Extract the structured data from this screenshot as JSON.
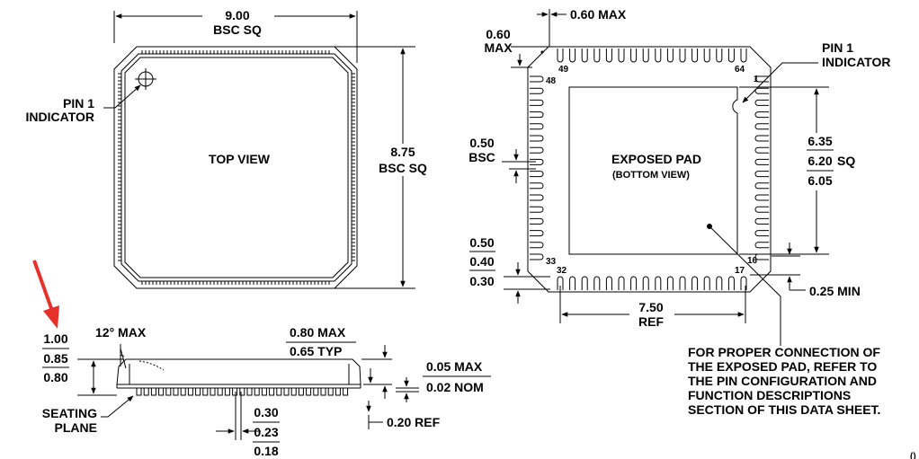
{
  "top_view": {
    "width_value": "9.00",
    "width_unit": "BSC SQ",
    "inner_value": "8.75",
    "inner_unit": "BSC SQ",
    "title": "TOP VIEW",
    "pin1_line1": "PIN 1",
    "pin1_line2": "INDICATOR"
  },
  "bottom_view": {
    "lead_max": "0.60 MAX",
    "corner_val": "0.60",
    "corner_unit": "MAX",
    "pitch_val": "0.50",
    "pitch_unit": "BSC",
    "len_max": "0.50",
    "len_nom": "0.40",
    "len_min": "0.30",
    "pad_max": "6.35",
    "pad_nom": "6.20",
    "pad_unit": "SQ",
    "pad_min": "6.05",
    "pad_title": "EXPOSED PAD",
    "pad_sub": "(BOTTOM VIEW)",
    "pin1_line1": "PIN 1",
    "pin1_line2": "INDICATOR",
    "min_gap": "0.25 MIN",
    "ref_val": "7.50",
    "ref_unit": "REF",
    "pins": {
      "p1": "1",
      "p16": "16",
      "p17": "17",
      "p32": "32",
      "p33": "33",
      "p48": "48",
      "p49": "49",
      "p64": "64"
    }
  },
  "side_view": {
    "h_max": "1.00",
    "h_nom": "0.85",
    "h_min": "0.80",
    "angle": "12° MAX",
    "mold_max": "0.80 MAX",
    "mold_typ": "0.65 TYP",
    "stand_max": "0.05 MAX",
    "stand_nom": "0.02 NOM",
    "seat1": "SEATING",
    "seat2": "PLANE",
    "w_max": "0.30",
    "w_nom": "0.23",
    "w_min": "0.18",
    "ref": "0.20 REF"
  },
  "note": [
    "FOR PROPER CONNECTION OF",
    "THE EXPOSED PAD, REFER TO",
    "THE PIN CONFIGURATION AND",
    "FUNCTION DESCRIPTIONS",
    "SECTION OF THIS DATA SHEET."
  ],
  "corner_mark": "()",
  "colors": {
    "ink": "#000000",
    "arrow": "#e8302a"
  }
}
